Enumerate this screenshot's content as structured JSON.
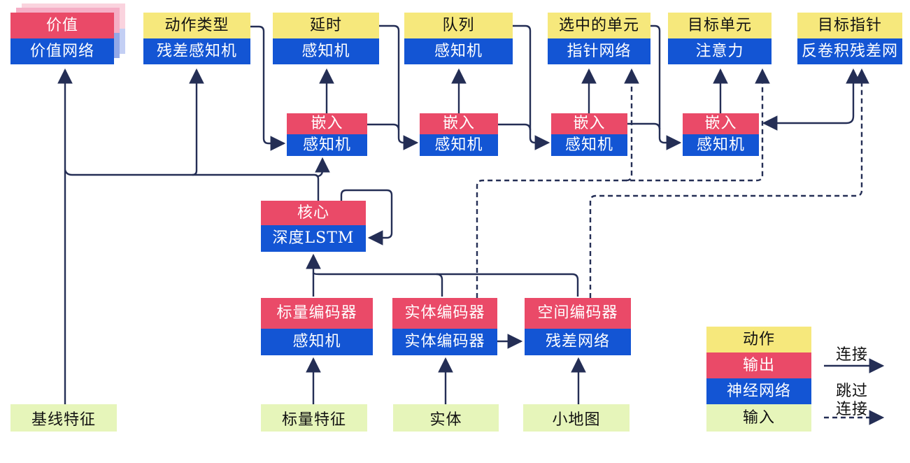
{
  "nodes": {
    "value": {
      "top": "价值",
      "bottom": "价值网络"
    },
    "action_type": {
      "top": "动作类型",
      "bottom": "残差感知机"
    },
    "delay": {
      "top": "延时",
      "bottom": "感知机"
    },
    "queue": {
      "top": "队列",
      "bottom": "感知机"
    },
    "selected_units": {
      "top": "选中的单元",
      "bottom": "指针网络"
    },
    "target_unit": {
      "top": "目标单元",
      "bottom": "注意力"
    },
    "target_pointer": {
      "top": "目标指针",
      "bottom": "反卷积残差网"
    },
    "embed1": {
      "top": "嵌入",
      "bottom": "感知机"
    },
    "embed2": {
      "top": "嵌入",
      "bottom": "感知机"
    },
    "embed3": {
      "top": "嵌入",
      "bottom": "感知机"
    },
    "embed4": {
      "top": "嵌入",
      "bottom": "感知机"
    },
    "core": {
      "top": "核心",
      "bottom": "深度LSTM"
    },
    "scalar_encoder": {
      "top": "标量编码器",
      "bottom": "感知机"
    },
    "entity_encoder": {
      "top": "实体编码器",
      "bottom": "实体编码器"
    },
    "spatial_encoder": {
      "top": "空间编码器",
      "bottom": "残差网络"
    },
    "baseline_features": {
      "label": "基线特征"
    },
    "scalar_features": {
      "label": "标量特征"
    },
    "entity": {
      "label": "实体"
    },
    "minimap": {
      "label": "小地图"
    }
  },
  "legend": {
    "action": "动作",
    "output": "输出",
    "network": "神经网络",
    "input": "输入",
    "solid_arrow_label": "连接",
    "dashed_arrow_label_line1": "跳过",
    "dashed_arrow_label_line2": "连接"
  },
  "colors": {
    "action_yellow": "#f6e87c",
    "output_red": "#ea4a68",
    "network_blue": "#1355d4",
    "input_green": "#e6f5ba",
    "wire_navy": "#242e55",
    "value_shadow_pink": "#f5afc6",
    "value_shadow_blue": "#93a9e8"
  }
}
